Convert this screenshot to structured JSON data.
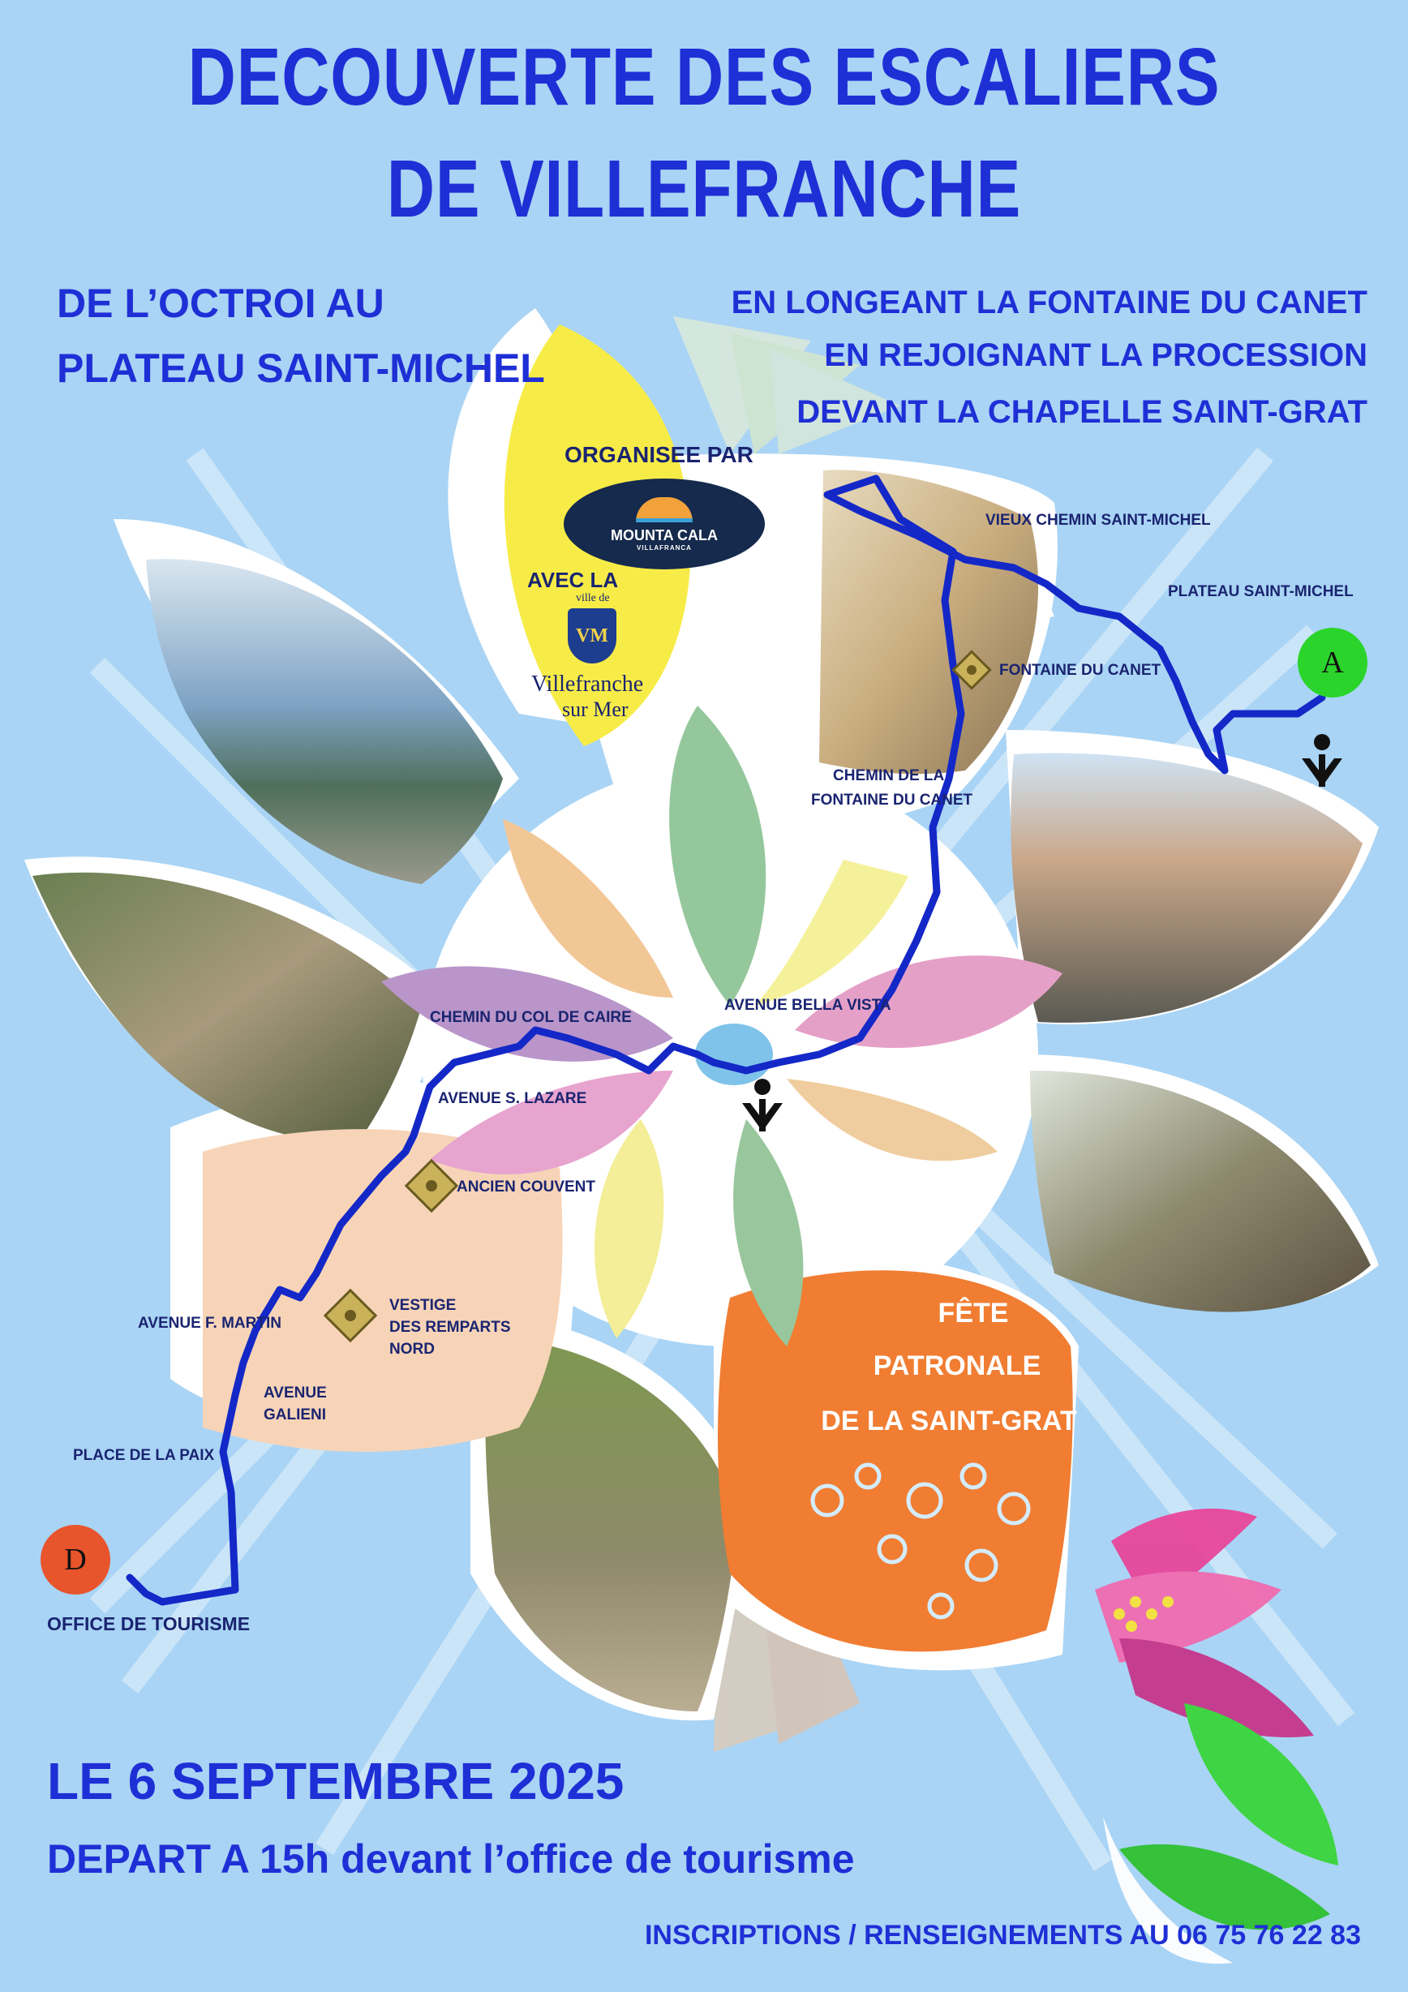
{
  "title": {
    "line1": "DECOUVERTE DES ESCALIERS",
    "line2": "DE VILLEFRANCHE"
  },
  "subtitle_left": {
    "line1": "DE L’OCTROI AU",
    "line2": "PLATEAU SAINT-MICHEL"
  },
  "subtitle_right": {
    "line1": "EN LONGEANT LA FONTAINE DU CANET",
    "line2": "EN REJOIGNANT LA PROCESSION",
    "line3": "DEVANT LA CHAPELLE SAINT-GRAT"
  },
  "organisers": {
    "label": "ORGANISEE PAR",
    "logo_name": "MOUNTA CALA",
    "logo_sub": "VILLAFRANCA",
    "with_label": "AVEC LA",
    "ville_de": "ville de",
    "crest": "VM",
    "city_line1": "Villefranche",
    "city_line2": "sur Mer"
  },
  "map_labels": {
    "vieux_chemin": "VIEUX CHEMIN SAINT-MICHEL",
    "plateau": "PLATEAU SAINT-MICHEL",
    "fontaine": "FONTAINE DU CANET",
    "chemin_fontaine_1": "CHEMIN DE LA",
    "chemin_fontaine_2": "FONTAINE DU CANET",
    "bella_vista": "AVENUE BELLA VISTA",
    "col_de_caire": "CHEMIN DU COL DE CAIRE",
    "s_lazare": "AVENUE S. LAZARE",
    "ancien_couvent": "ANCIEN COUVENT",
    "vestige_1": "VESTIGE",
    "vestige_2": "DES REMPARTS",
    "vestige_3": "NORD",
    "f_martin": "AVENUE  F. MARTIN",
    "galieni_1": "AVENUE",
    "galieni_2": "GALIENI",
    "place_paix": "PLACE DE LA PAIX",
    "office": "OFFICE DE TOURISME",
    "start_badge": "D",
    "end_badge": "A"
  },
  "fete": {
    "line1": "FÊTE",
    "line2": "PATRONALE",
    "line3": "DE LA SAINT-GRAT"
  },
  "date": "LE 6 SEPTEMBRE 2025",
  "depart": "DEPART A 15h devant l’office de tourisme",
  "contact": "INSCRIPTIONS / RENSEIGNEMENTS AU 06 75 76 22 83",
  "colors": {
    "background": "#a9d4f5",
    "title_blue": "#1f2fd6",
    "route": "#1428c8",
    "yellow_petal": "#f7ec47",
    "orange_petal": "#f07d32",
    "start_badge": "#e8542c",
    "end_badge": "#2bd42b"
  }
}
